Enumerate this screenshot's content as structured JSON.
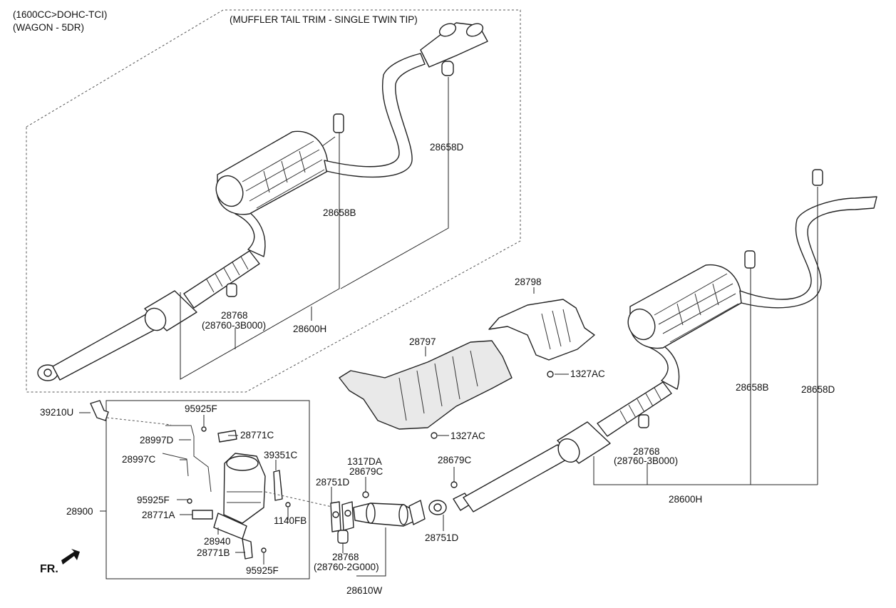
{
  "header": {
    "engine": "(1600CC>DOHC-TCI)",
    "body": "(WAGON - 5DR)"
  },
  "group": {
    "title": "(MUFFLER TAIL TRIM - SINGLE TWIN TIP)"
  },
  "direction": {
    "label": "FR."
  },
  "callouts": {
    "c28658D_a": "28658D",
    "c28658B_a": "28658B",
    "c28768_a": "28768",
    "c28760_3B000_a": "(28760-3B000)",
    "c28600H_a": "28600H",
    "c28798": "28798",
    "c28797": "28797",
    "c1327AC_a": "1327AC",
    "c1327AC_b": "1327AC",
    "c28658B_b": "28658B",
    "c28658D_b": "28658D",
    "c28768_b": "28768",
    "c28760_3B000_b": "(28760-3B000)",
    "c28600H_b": "28600H",
    "c39210U": "39210U",
    "c95925F_a": "95925F",
    "c28997D": "28997D",
    "c28771C": "28771C",
    "c28997C": "28997C",
    "c39351C": "39351C",
    "c95925F_b": "95925F",
    "c1140FB": "1140FB",
    "c28900": "28900",
    "c28771A": "28771A",
    "c28940": "28940",
    "c28771B": "28771B",
    "c95925F_c": "95925F",
    "c1317DA": "1317DA",
    "c28679C_a": "28679C",
    "c28679C_b": "28679C",
    "c28751D_a": "28751D",
    "c28751D_b": "28751D",
    "c28768_c": "28768",
    "c28760_2G000": "(28760-2G000)",
    "c28610W": "28610W"
  }
}
